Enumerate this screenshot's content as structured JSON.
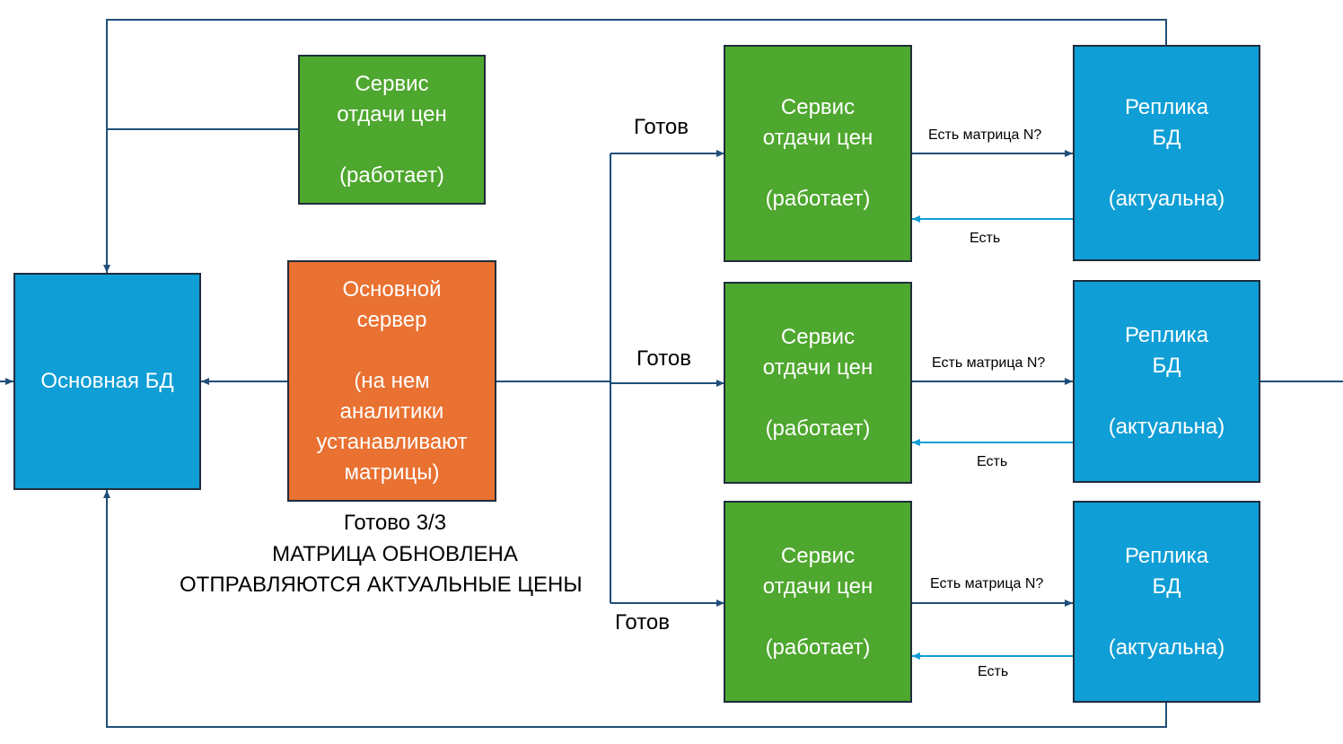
{
  "main_db": {
    "label": "Основная БД"
  },
  "main_server": {
    "lines": "Основной\nсервер\n\n(на нем\nаналитики\nустанавливают\nматрицы)"
  },
  "top_service": {
    "lines": "Сервис\nотдачи цен\n\n(работает)"
  },
  "services": [
    {
      "lines": "Сервис\nотдачи цен\n\n(работает)",
      "ready_label": "Готов"
    },
    {
      "lines": "Сервис\nотдачи цен\n\n(работает)",
      "ready_label": "Готов"
    },
    {
      "lines": "Сервис\nотдачи цен\n\n(работает)",
      "ready_label": "Готов"
    }
  ],
  "replicas": [
    {
      "lines": "Реплика\nБД\n\n(актуальна)",
      "query_label": "Есть матрица N?",
      "answer_label": "Есть"
    },
    {
      "lines": "Реплика\nБД\n\n(актуальна)",
      "query_label": "Есть матрица N?",
      "answer_label": "Есть"
    },
    {
      "lines": "Реплика\nБД\n\n(актуальна)",
      "query_label": "Есть матрица N?",
      "answer_label": "Есть"
    }
  ],
  "status": {
    "progress": "Готово 3/3",
    "matrix_updated": "МАТРИЦА ОБНОВЛЕНА",
    "sending_prices": "ОТПРАВЛЯЮТСЯ АКТУАЛЬНЫЕ ЦЕНЫ"
  },
  "colors": {
    "service_green": "#4ea72e",
    "db_blue": "#0f9ed5",
    "server_orange": "#e97132",
    "connector_dark": "#1f4e79",
    "connector_light": "#0f9ed5"
  }
}
